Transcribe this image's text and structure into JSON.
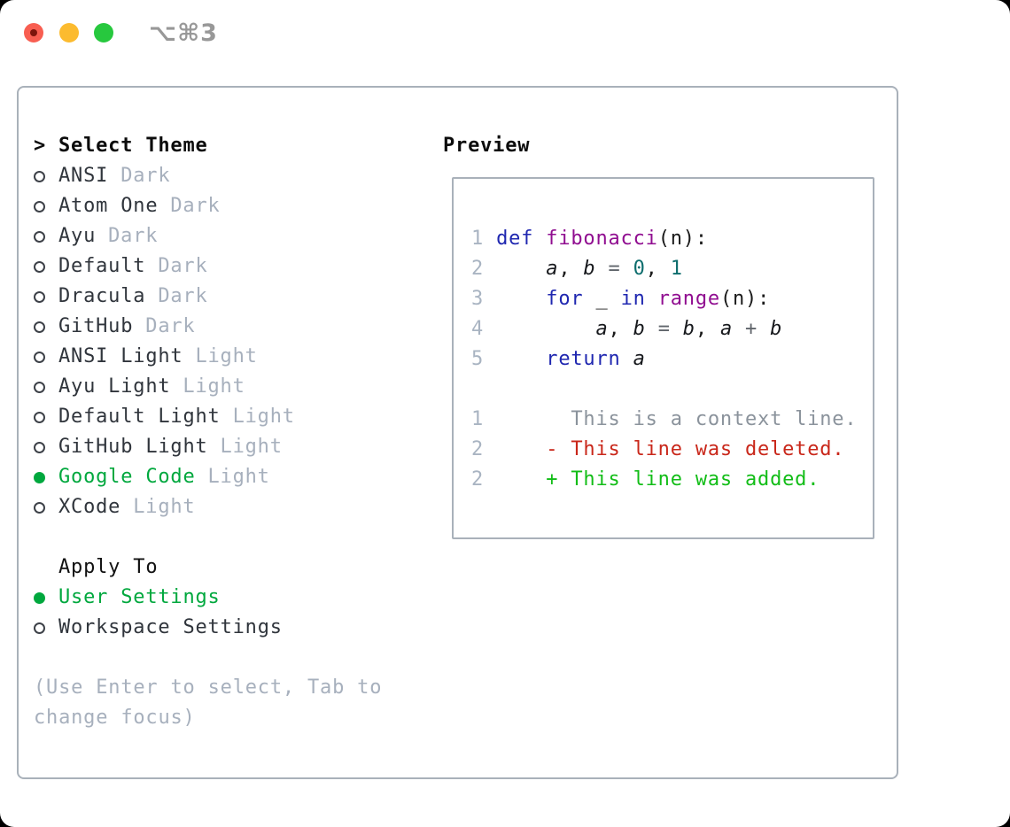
{
  "window": {
    "title": "⌥⌘3",
    "traffic_lights": [
      {
        "name": "close"
      },
      {
        "name": "minimize"
      },
      {
        "name": "zoom"
      }
    ]
  },
  "theme_picker": {
    "header_prefix": ">",
    "header": "Select Theme",
    "themes": [
      {
        "name": "ANSI",
        "tag": "Dark",
        "selected": false
      },
      {
        "name": "Atom One",
        "tag": "Dark",
        "selected": false
      },
      {
        "name": "Ayu",
        "tag": "Dark",
        "selected": false
      },
      {
        "name": "Default",
        "tag": "Dark",
        "selected": false
      },
      {
        "name": "Dracula",
        "tag": "Dark",
        "selected": false
      },
      {
        "name": "GitHub",
        "tag": "Dark",
        "selected": false
      },
      {
        "name": "ANSI Light",
        "tag": "Light",
        "selected": false
      },
      {
        "name": "Ayu Light",
        "tag": "Light",
        "selected": false
      },
      {
        "name": "Default Light",
        "tag": "Light",
        "selected": false
      },
      {
        "name": "GitHub Light",
        "tag": "Light",
        "selected": false
      },
      {
        "name": "Google Code",
        "tag": "Light",
        "selected": true
      },
      {
        "name": "XCode",
        "tag": "Light",
        "selected": false
      }
    ]
  },
  "apply_to": {
    "header": "Apply To",
    "options": [
      {
        "name": "User Settings",
        "selected": true
      },
      {
        "name": "Workspace Settings",
        "selected": false
      }
    ]
  },
  "hint": "(Use Enter to select, Tab to change focus)",
  "preview": {
    "header": "Preview",
    "code_lines": [
      {
        "num": "1",
        "tokens": [
          {
            "t": "def",
            "c": "kw"
          },
          {
            "t": " ",
            "c": "pl"
          },
          {
            "t": "fibonacci",
            "c": "fn"
          },
          {
            "t": "(n):",
            "c": "pl"
          }
        ]
      },
      {
        "num": "2",
        "tokens": [
          {
            "t": "    ",
            "c": "pl"
          },
          {
            "t": "a",
            "c": "var"
          },
          {
            "t": ", ",
            "c": "pl"
          },
          {
            "t": "b",
            "c": "var"
          },
          {
            "t": " = ",
            "c": "op"
          },
          {
            "t": "0",
            "c": "lit"
          },
          {
            "t": ", ",
            "c": "pl"
          },
          {
            "t": "1",
            "c": "lit"
          }
        ]
      },
      {
        "num": "3",
        "tokens": [
          {
            "t": "    ",
            "c": "pl"
          },
          {
            "t": "for",
            "c": "kw"
          },
          {
            "t": " _ ",
            "c": "pl"
          },
          {
            "t": "in",
            "c": "kw"
          },
          {
            "t": " ",
            "c": "pl"
          },
          {
            "t": "range",
            "c": "fn"
          },
          {
            "t": "(n):",
            "c": "pl"
          }
        ]
      },
      {
        "num": "4",
        "tokens": [
          {
            "t": "        ",
            "c": "pl"
          },
          {
            "t": "a",
            "c": "var"
          },
          {
            "t": ", ",
            "c": "pl"
          },
          {
            "t": "b",
            "c": "var"
          },
          {
            "t": " = ",
            "c": "op"
          },
          {
            "t": "b",
            "c": "var"
          },
          {
            "t": ", ",
            "c": "pl"
          },
          {
            "t": "a",
            "c": "var"
          },
          {
            "t": " + ",
            "c": "op"
          },
          {
            "t": "b",
            "c": "var"
          }
        ]
      },
      {
        "num": "5",
        "tokens": [
          {
            "t": "    ",
            "c": "pl"
          },
          {
            "t": "return",
            "c": "kw"
          },
          {
            "t": " ",
            "c": "pl"
          },
          {
            "t": "a",
            "c": "var"
          }
        ]
      },
      {
        "num": "",
        "tokens": []
      },
      {
        "num": "1",
        "tokens": [
          {
            "t": "      This is a context line.",
            "c": "ctx"
          }
        ]
      },
      {
        "num": "2",
        "tokens": [
          {
            "t": "    ",
            "c": "pl"
          },
          {
            "t": "- This line was deleted.",
            "c": "del"
          }
        ]
      },
      {
        "num": "2",
        "tokens": [
          {
            "t": "    ",
            "c": "pl"
          },
          {
            "t": "+ This line was added.",
            "c": "add"
          }
        ]
      }
    ]
  },
  "palette": {
    "selected_green": "#00a83e",
    "added_green": "#12bd17",
    "deleted_red": "#c9271a",
    "keyword_blue": "#1f27b0",
    "function_purple": "#900d90",
    "literal_teal": "#0d6d6d",
    "operator_gray": "#60656b",
    "plain_code": "#1a1a1a",
    "context_gray": "#8b939c",
    "line_number_gray": "#a9b4c2",
    "theme_name_color": "#30353c",
    "tag_gray": "#a7b0bd",
    "border_gray": "#a9b1ba",
    "traffic_red": "#f85e51",
    "traffic_yellow": "#fcbb2f",
    "traffic_green": "#27c83e"
  }
}
